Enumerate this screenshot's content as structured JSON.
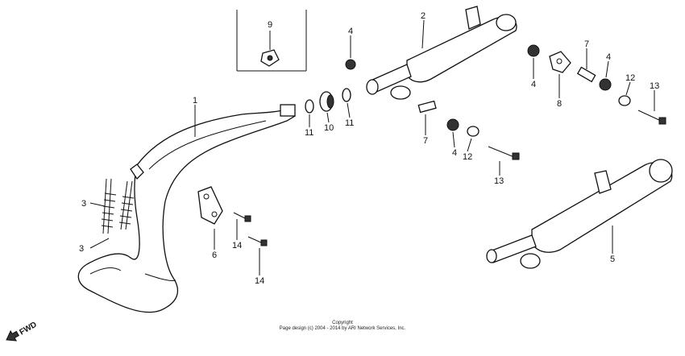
{
  "diagram": {
    "parts": [
      {
        "key": "p1",
        "label": "1"
      },
      {
        "key": "p2",
        "label": "2"
      },
      {
        "key": "p3a",
        "label": "3"
      },
      {
        "key": "p3b",
        "label": "3"
      },
      {
        "key": "p4a",
        "label": "4"
      },
      {
        "key": "p4b",
        "label": "4"
      },
      {
        "key": "p4c",
        "label": "4"
      },
      {
        "key": "p4d",
        "label": "4"
      },
      {
        "key": "p5",
        "label": "5"
      },
      {
        "key": "p6",
        "label": "6"
      },
      {
        "key": "p7a",
        "label": "7"
      },
      {
        "key": "p7b",
        "label": "7"
      },
      {
        "key": "p8",
        "label": "8"
      },
      {
        "key": "p9",
        "label": "9"
      },
      {
        "key": "p10",
        "label": "10"
      },
      {
        "key": "p11a",
        "label": "11"
      },
      {
        "key": "p11b",
        "label": "11"
      },
      {
        "key": "p12a",
        "label": "12"
      },
      {
        "key": "p12b",
        "label": "12"
      },
      {
        "key": "p13a",
        "label": "13"
      },
      {
        "key": "p13b",
        "label": "13"
      },
      {
        "key": "p14a",
        "label": "14"
      },
      {
        "key": "p14b",
        "label": "14"
      }
    ],
    "fwd_label": "FWD",
    "copyright_line1": "Copyright",
    "copyright_line2": "Page design (c) 2004 - 2014 by ARI Network Services, Inc."
  }
}
